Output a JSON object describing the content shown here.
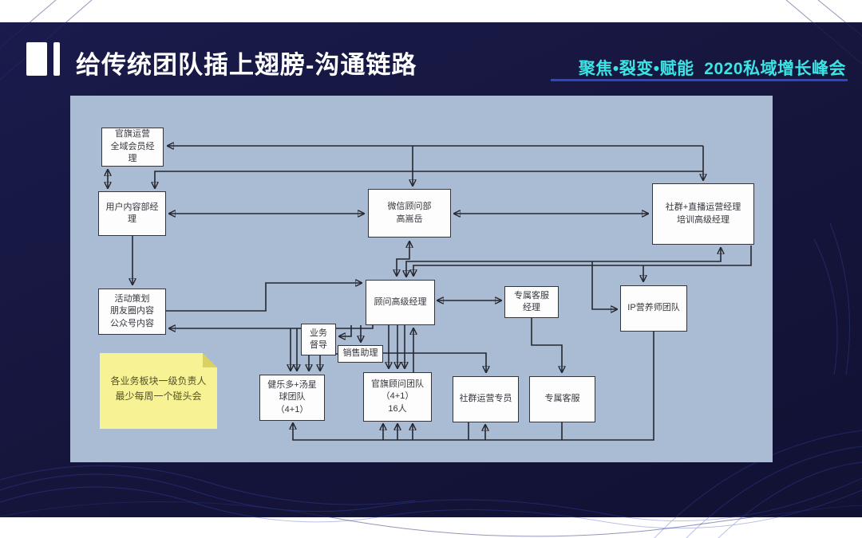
{
  "slide": {
    "title": "给传统团队插上翅膀-沟通链路",
    "badge": "聚焦•裂变•赋能  2020私域增长峰会",
    "colors": {
      "background": "#16163e",
      "accent_cyan": "#3ce4e4",
      "underline_blue": "#2b46c8",
      "panel_bg": "#a9bcd3",
      "note_bg": "#f7f394",
      "line": "#26262e"
    }
  },
  "diagram": {
    "nodes": [
      {
        "id": "guanqi-yunying",
        "label": "官旗运营\n全域会员经\n理"
      },
      {
        "id": "yonghu-neirong",
        "label": "用户内容部经\n理"
      },
      {
        "id": "weixin-guwen",
        "label": "微信顾问部\n高嵩岳"
      },
      {
        "id": "shequn-zhibo",
        "label": "社群+直播运营经理\n培训高级经理"
      },
      {
        "id": "huodong-cehua",
        "label": "活动策划\n朋友圈内容\n公众号内容"
      },
      {
        "id": "guwen-gaoji",
        "label": "顾问高级经理"
      },
      {
        "id": "zhuanshu-kefu-jingli",
        "label": "专属客服\n经理"
      },
      {
        "id": "ip-yingyangshi",
        "label": "IP营养师团队"
      },
      {
        "id": "yewu-dudao",
        "label": "业务\n督导"
      },
      {
        "id": "xiaoshou-zhuli",
        "label": "销售助理"
      },
      {
        "id": "jianleduo-team",
        "label": "健乐多+汤星\n球团队\n（4+1）"
      },
      {
        "id": "guanqi-guwen-team",
        "label": "官旗顾问团队\n（4+1）\n16人"
      },
      {
        "id": "shequn-zhuanyuan",
        "label": "社群运营专员"
      },
      {
        "id": "zhuanshu-kefu",
        "label": "专属客服"
      }
    ],
    "note": {
      "text": "各业务板块一级负责人\n最少每周一个碰头会"
    },
    "edges": [
      {
        "from": "shequn-zhibo",
        "to": "guanqi-yunying",
        "arrows": "end"
      },
      {
        "from": "shequn-zhibo",
        "to": "weixin-guwen",
        "arrows": "end"
      },
      {
        "from": "shequn-zhibo",
        "to": "yonghu-neirong",
        "arrows": "end"
      },
      {
        "from": "guanqi-yunying",
        "to": "yonghu-neirong",
        "arrows": "both"
      },
      {
        "from": "yonghu-neirong",
        "to": "weixin-guwen",
        "arrows": "both"
      },
      {
        "from": "weixin-guwen",
        "to": "shequn-zhibo",
        "arrows": "both"
      },
      {
        "from": "yonghu-neirong",
        "to": "huodong-cehua",
        "arrows": "end"
      },
      {
        "from": "weixin-guwen",
        "to": "guwen-gaoji",
        "arrows": "both"
      },
      {
        "from": "guwen-gaoji",
        "to": "shequn-zhibo",
        "arrows": "both"
      },
      {
        "from": "shequn-zhibo",
        "to": "ip-yingyangshi",
        "arrows": "end"
      },
      {
        "from": "guwen-gaoji",
        "to": "ip-yingyangshi",
        "arrows": "end"
      },
      {
        "from": "huodong-cehua",
        "to": "guwen-gaoji",
        "arrows": "end"
      },
      {
        "from": "guwen-gaoji",
        "to": "huodong-cehua",
        "arrows": "end"
      },
      {
        "from": "guwen-gaoji",
        "to": "yewu-dudao",
        "arrows": "end"
      },
      {
        "from": "guwen-gaoji",
        "to": "xiaoshou-zhuli",
        "arrows": "end"
      },
      {
        "from": "guwen-gaoji",
        "to": "jianleduo-team",
        "arrows": "end"
      },
      {
        "from": "yewu-dudao",
        "to": "jianleduo-team",
        "arrows": "end"
      },
      {
        "from": "xiaoshou-zhuli",
        "to": "jianleduo-team",
        "arrows": "end"
      },
      {
        "from": "guwen-gaoji",
        "to": "guanqi-guwen-team",
        "arrows": "end"
      },
      {
        "from": "guanqi-guwen-team",
        "to": "guwen-gaoji",
        "arrows": "end"
      },
      {
        "from": "xiaoshou-zhuli",
        "to": "shequn-zhuanyuan",
        "arrows": "end"
      },
      {
        "from": "guwen-gaoji",
        "to": "zhuanshu-kefu-jingli",
        "arrows": "both"
      },
      {
        "from": "zhuanshu-kefu-jingli",
        "to": "zhuanshu-kefu",
        "arrows": "end"
      },
      {
        "from": "ip-yingyangshi",
        "to": "jianleduo-team",
        "arrows": "end"
      },
      {
        "from": "ip-yingyangshi",
        "to": "guanqi-guwen-team",
        "arrows": "end"
      },
      {
        "from": "ip-yingyangshi",
        "to": "shequn-zhuanyuan",
        "arrows": "end"
      },
      {
        "from": "zhuanshu-kefu",
        "to": "bottom-bus",
        "arrows": "none"
      },
      {
        "from": "shequn-zhuanyuan",
        "to": "bottom-bus",
        "arrows": "none"
      }
    ]
  }
}
